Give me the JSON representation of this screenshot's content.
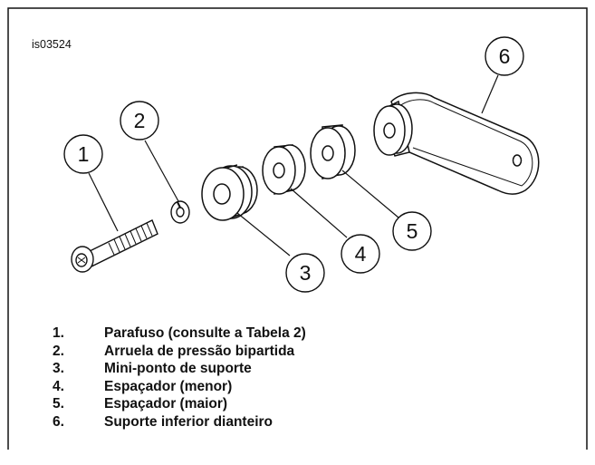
{
  "figure": {
    "id_label": "is03524"
  },
  "callouts": [
    "1",
    "2",
    "3",
    "4",
    "5",
    "6"
  ],
  "legend": [
    {
      "number": "1.",
      "text": "Parafuso (consulte a Tabela 2)"
    },
    {
      "number": "2.",
      "text": "Arruela de pressão bipartida"
    },
    {
      "number": "3.",
      "text": "Mini-ponto de suporte"
    },
    {
      "number": "4.",
      "text": "Espaçador (menor)"
    },
    {
      "number": "5.",
      "text": "Espaçador (maior)"
    },
    {
      "number": "6.",
      "text": "Suporte inferior dianteiro"
    }
  ]
}
